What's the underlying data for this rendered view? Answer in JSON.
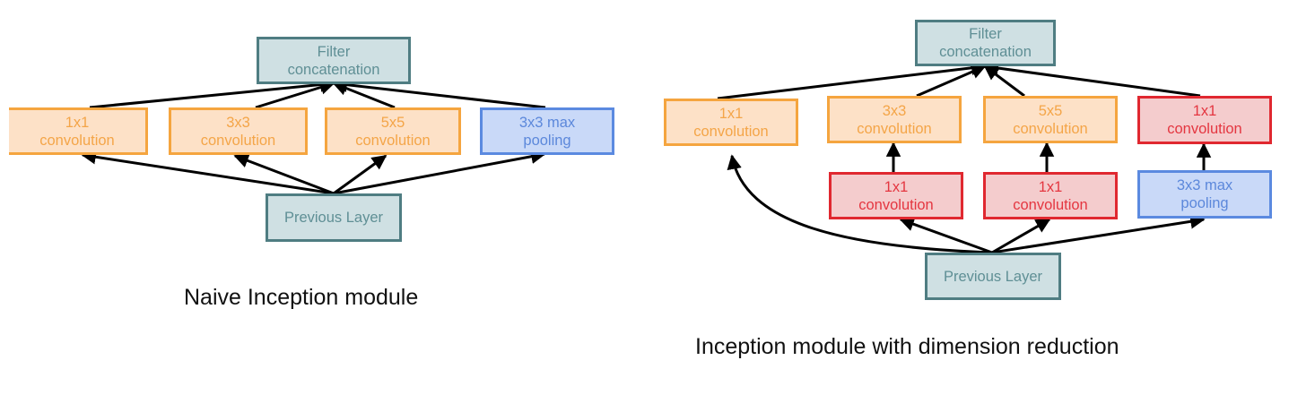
{
  "naive": {
    "filter": {
      "line1": "Filter",
      "line2": "concatenation"
    },
    "conv1x1": {
      "line1": "1x1",
      "line2": "convolution"
    },
    "conv3x3": {
      "line1": "3x3",
      "line2": "convolution"
    },
    "conv5x5": {
      "line1": "5x5",
      "line2": "convolution"
    },
    "maxpool": {
      "line1": "3x3 max",
      "line2": "pooling"
    },
    "previous": "Previous Layer",
    "caption": "Naive Inception module"
  },
  "reduced": {
    "filter": {
      "line1": "Filter",
      "line2": "concatenation"
    },
    "conv1x1": {
      "line1": "1x1",
      "line2": "convolution"
    },
    "conv3x3": {
      "line1": "3x3",
      "line2": "convolution"
    },
    "conv5x5": {
      "line1": "5x5",
      "line2": "convolution"
    },
    "conv1x1_top_red": {
      "line1": "1x1",
      "line2": "convolution"
    },
    "reduce_3x3": {
      "line1": "1x1",
      "line2": "convolution"
    },
    "reduce_5x5": {
      "line1": "1x1",
      "line2": "convolution"
    },
    "maxpool": {
      "line1": "3x3 max",
      "line2": "pooling"
    },
    "previous": "Previous Layer",
    "caption": "Inception module with dimension reduction"
  },
  "colors": {
    "teal": "#cfe0e3",
    "orange": "#fde1c7",
    "blue": "#c9d9f8",
    "red": "#f4cccd"
  }
}
